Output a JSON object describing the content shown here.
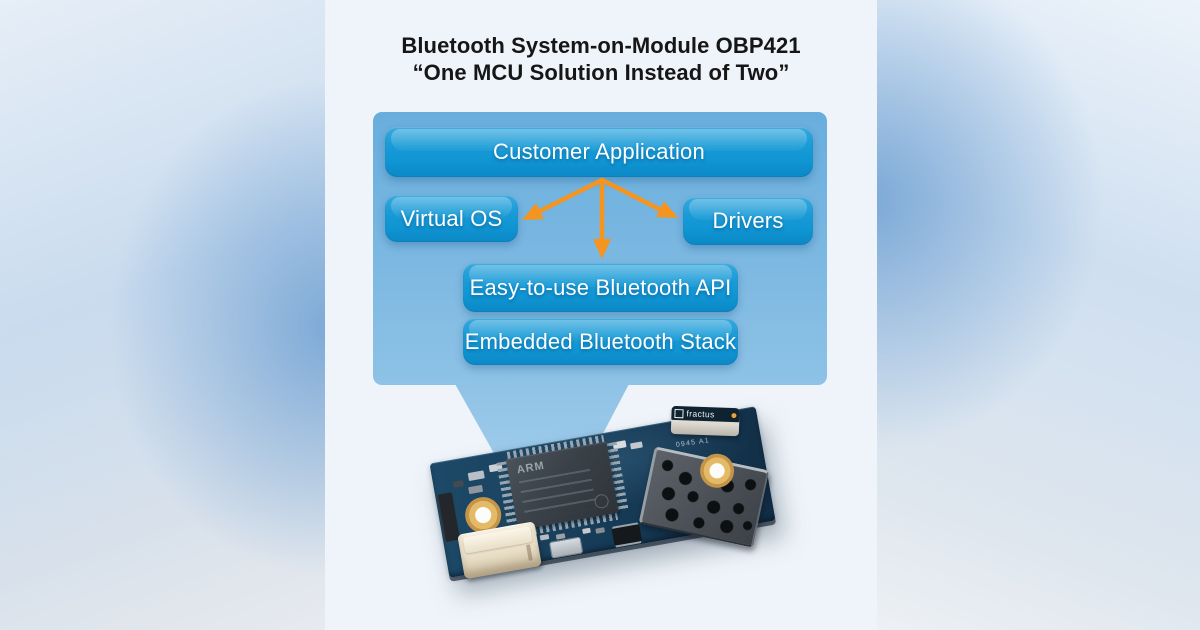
{
  "title": {
    "line1": "Bluetooth System-on-Module OBP421",
    "line2": "“One MCU Solution Instead of Two”"
  },
  "diagram": {
    "blocks": {
      "customer_application": "Customer Application",
      "virtual_os": "Virtual OS",
      "drivers": "Drivers",
      "bluetooth_api": "Easy-to-use Bluetooth API",
      "bluetooth_stack": "Embedded Bluetooth Stack"
    },
    "colors": {
      "arrow": "#F5941F",
      "block": "#149BD7",
      "bubble": "#7AB8E2"
    }
  },
  "module_photo": {
    "chip_marking": "ARM",
    "antenna_label": "fractus",
    "silkscreen_text": "0945 A1",
    "board_color": "#17405D"
  }
}
